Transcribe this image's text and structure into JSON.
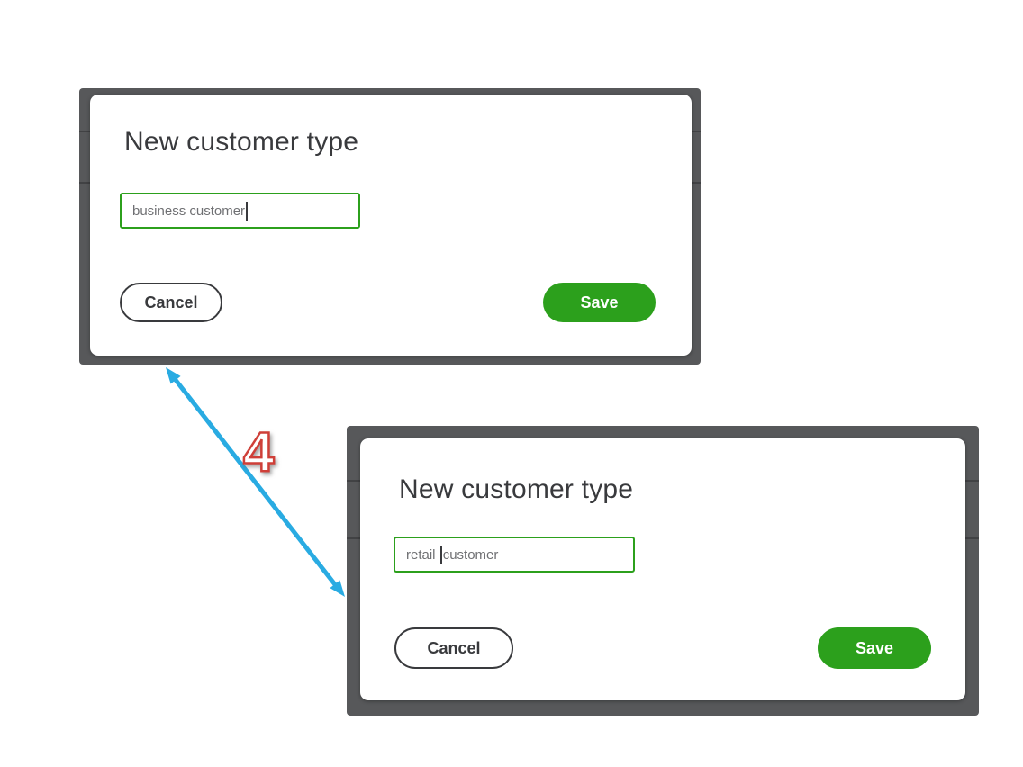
{
  "colors": {
    "qb_green": "#2ca01c",
    "input_border_green": "#2ca01c",
    "title_gray": "#393a3d",
    "input_text_gray": "#6f7073",
    "backdrop_gray": "#57585a",
    "arrow_blue": "#29abe2",
    "annotation_red": "#cf3f38"
  },
  "annotation": {
    "step_number": "4"
  },
  "dialogs": [
    {
      "title": "New customer type",
      "input": {
        "value_before_cursor": "business customer",
        "value_after_cursor": ""
      },
      "buttons": {
        "cancel": "Cancel",
        "save": "Save"
      }
    },
    {
      "title": "New customer type",
      "input": {
        "value_before_cursor": "retail ",
        "value_after_cursor": "customer"
      },
      "buttons": {
        "cancel": "Cancel",
        "save": "Save"
      }
    }
  ]
}
